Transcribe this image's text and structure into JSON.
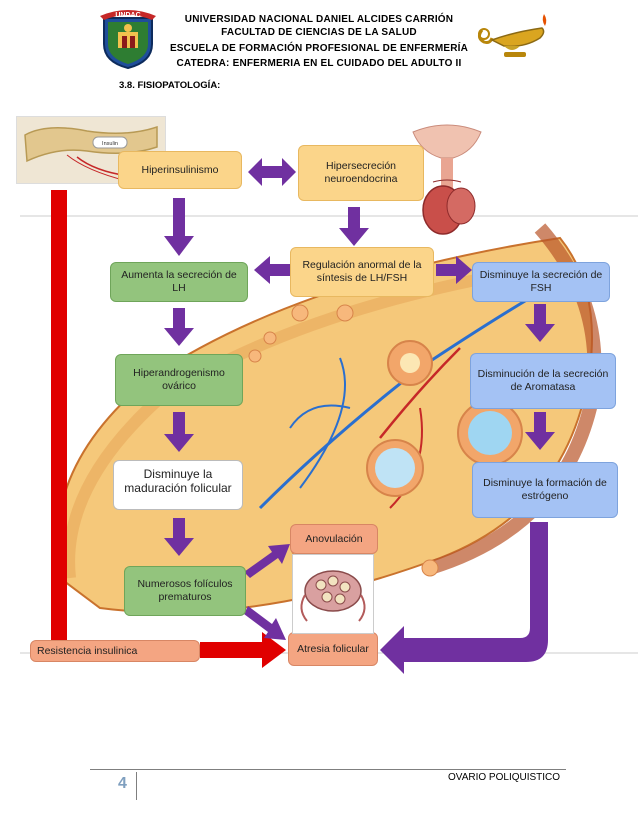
{
  "header": {
    "line1": "UNIVERSIDAD NACIONAL DANIEL ALCIDES CARRIÓN",
    "line2": "FACULTAD DE CIENCIAS DE LA SALUD",
    "line3": "ESCUELA DE FORMACIÓN PROFESIONAL DE ENFERMERÍA",
    "line4": "CATEDRA: ENFERMERIA EN EL CUIDADO DEL ADULTO II",
    "logo_text": "UNDAC"
  },
  "section_title": "3.8. FISIOPATOLOGÍA:",
  "diagram": {
    "hiperinsulinismo": "Hiperinsulinismo",
    "hipersecrecion": "Hipersecreción neuroendocrina",
    "regulacion": "Regulación anormal de la síntesis de LH/FSH",
    "aumenta_lh": "Aumenta la secreción de LH",
    "disminuye_fsh": "Disminuye la secreción de FSH",
    "hiperandrogenismo": "Hiperandrogenismo ovárico",
    "disminucion_aromatasa": "Disminución de la secreción de Aromatasa",
    "disminuye_maduracion": "Disminuye la maduración folicular",
    "disminuye_estrogeno": "Disminuye la formación de estrógeno",
    "anovulacion": "Anovulación",
    "numerosos_foliculos": "Numerosos folículos prematuros",
    "atresia": "Atresia folicular",
    "resistencia": "Resistencia insulinica",
    "pancreas_label": "Insulin"
  },
  "footer": {
    "page_number": "4",
    "title": "OVARIO POLIQUISTICO"
  },
  "colors": {
    "orange_box": "#fbd58a",
    "green_box": "#93c47d",
    "blue_box": "#a4c2f4",
    "salmon_box": "#f4a582",
    "purple_arrow": "#7030a0",
    "red_arrow": "#e00000"
  }
}
